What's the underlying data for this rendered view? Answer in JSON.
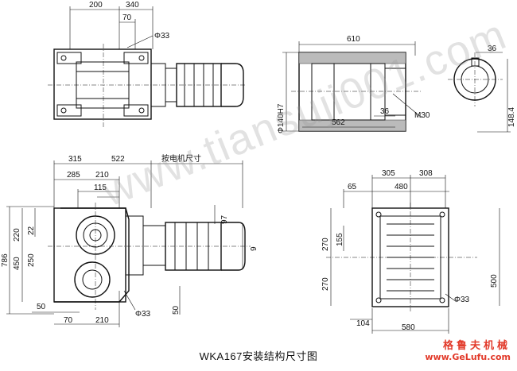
{
  "drawing": {
    "caption": "WKA167安装结构尺寸图",
    "watermark": "www.tiansuji001.com",
    "logo_cn": "格鲁夫机械",
    "logo_en": "www.GeLufu.com",
    "motor_note": "按电机尺寸"
  },
  "top_view": {
    "dims": [
      "200",
      "340",
      "70",
      "Φ33"
    ]
  },
  "shaft_section": {
    "dims": [
      "610",
      "Φ140H7",
      "562",
      "36",
      "M30"
    ]
  },
  "shaft_end": {
    "dims": [
      "36",
      "148.4"
    ]
  },
  "front_view": {
    "dims": [
      "315",
      "522",
      "285",
      "210",
      "115",
      "220",
      "22",
      "250",
      "450",
      "786",
      "97",
      "9",
      "50",
      "70",
      "210",
      "Φ33",
      "50"
    ]
  },
  "side_view": {
    "dims": [
      "305",
      "308",
      "65",
      "480",
      "270",
      "155",
      "270",
      "500",
      "Φ33",
      "104",
      "580"
    ]
  }
}
